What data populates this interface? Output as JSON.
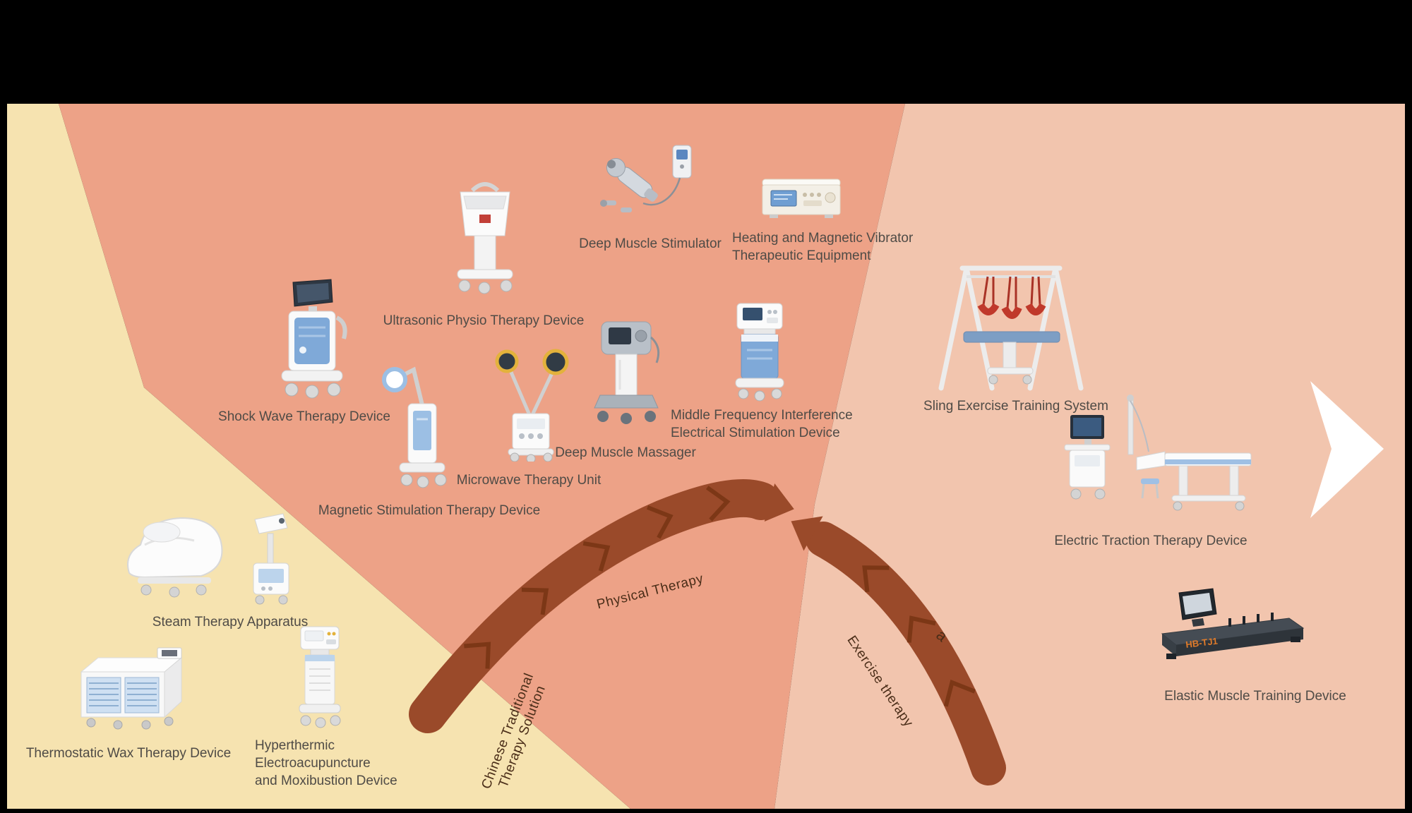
{
  "colors": {
    "traditional_bg": "#f6e3b0",
    "physical_bg": "#eda287",
    "exercise_bg": "#f2c5ae",
    "arc": "#9a4a2a",
    "arc_chevron": "#7c3716",
    "label_text": "#4f4b46",
    "arc_text": "#4a2d18",
    "sling_red": "#c0392b",
    "device_blue": "#7fa9d8",
    "paddle_yellow": "#e3b23c",
    "badge_orange": "#e07b2a"
  },
  "arcs": {
    "physical_label": "Physical Therapy",
    "traditional_lines": [
      "Chinese Traditional",
      "Therapy Solution"
    ],
    "exercise_label": "Exercise therapy",
    "partial_letter": "a"
  },
  "devices": [
    {
      "id": "ultrasonic",
      "label": "Ultrasonic Physio Therapy Device"
    },
    {
      "id": "deep-muscle-stimulator",
      "label": "Deep Muscle Stimulator"
    },
    {
      "id": "heating-magnetic-vibrator",
      "lines": [
        "Heating and Magnetic Vibrator",
        "Therapeutic Equipment"
      ]
    },
    {
      "id": "shock-wave",
      "label": "Shock Wave Therapy Device"
    },
    {
      "id": "microwave",
      "label": "Microwave Therapy Unit"
    },
    {
      "id": "deep-muscle-massager",
      "label": "Deep Muscle Massager"
    },
    {
      "id": "middle-frequency",
      "lines": [
        "Middle Frequency Interference",
        "Electrical Stimulation Device"
      ]
    },
    {
      "id": "magnetic-stimulation",
      "label": "Magnetic Stimulation Therapy Device"
    },
    {
      "id": "steam",
      "label": "Steam Therapy Apparatus"
    },
    {
      "id": "thermostatic-wax",
      "label": "Thermostatic Wax Therapy Device"
    },
    {
      "id": "hyperthermic",
      "lines": [
        "Hyperthermic",
        "Electroacupuncture",
        "and Moxibustion Device"
      ]
    },
    {
      "id": "sling",
      "label": "Sling Exercise Training System"
    },
    {
      "id": "electric-traction",
      "label": "Electric Traction Therapy Device"
    },
    {
      "id": "elastic-muscle",
      "label": "Elastic Muscle Training Device",
      "badge": "HB-TJ1"
    }
  ]
}
